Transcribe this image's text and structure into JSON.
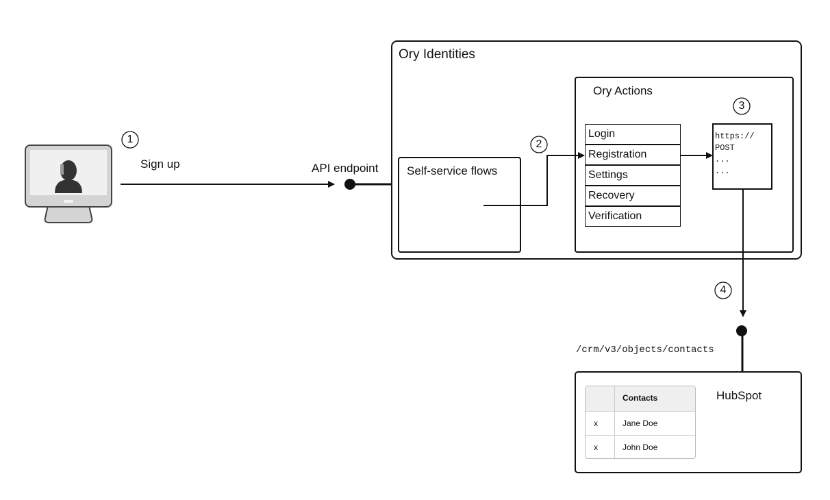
{
  "user": {
    "icon": "user-monitor-icon"
  },
  "steps": [
    "1",
    "2",
    "3",
    "4"
  ],
  "labels": {
    "sign_up": "Sign up",
    "api_endpoint": "API endpoint",
    "crm_endpoint": "/crm/v3/objects/contacts"
  },
  "ory_identities": {
    "title": "Ory Identities",
    "self_service": "Self-service flows",
    "ory_actions": {
      "title": "Ory Actions",
      "flows": [
        "Login",
        "Registration",
        "Settings",
        "Recovery",
        "Verification"
      ],
      "webhook_lines": [
        "https://",
        "POST",
        "...",
        "..."
      ]
    }
  },
  "hubspot": {
    "title": "HubSpot",
    "table": {
      "header": [
        "",
        "Contacts"
      ],
      "rows": [
        [
          "x",
          "Jane Doe"
        ],
        [
          "x",
          "John Doe"
        ]
      ]
    }
  }
}
